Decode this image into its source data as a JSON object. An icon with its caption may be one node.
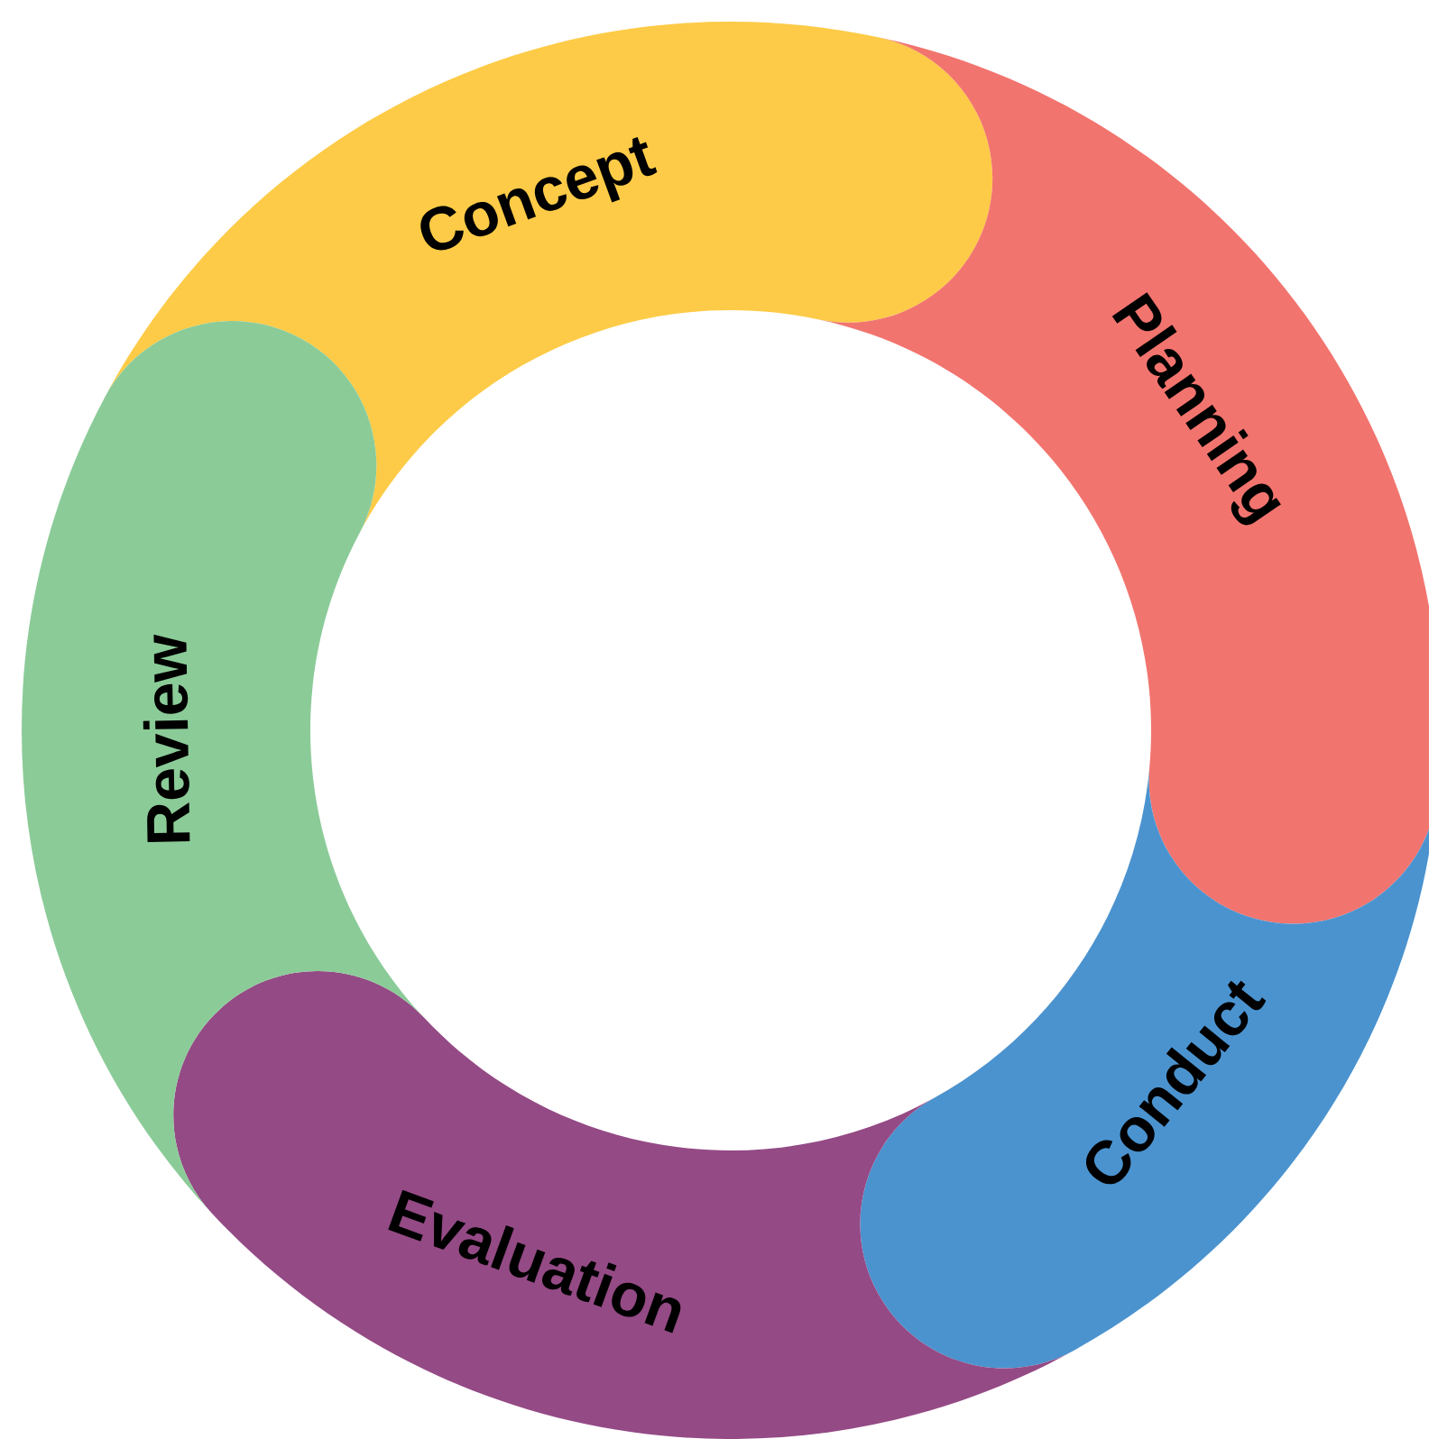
{
  "diagram": {
    "nodes": [
      {
        "text": [
          "Concept"
        ]
      },
      {
        "text": [
          "Planning"
        ]
      },
      {
        "text": [
          "Conduct"
        ]
      },
      {
        "text": [
          "Evaluation"
        ]
      },
      {
        "text": [
          "Review"
        ]
      }
    ]
  }
}
